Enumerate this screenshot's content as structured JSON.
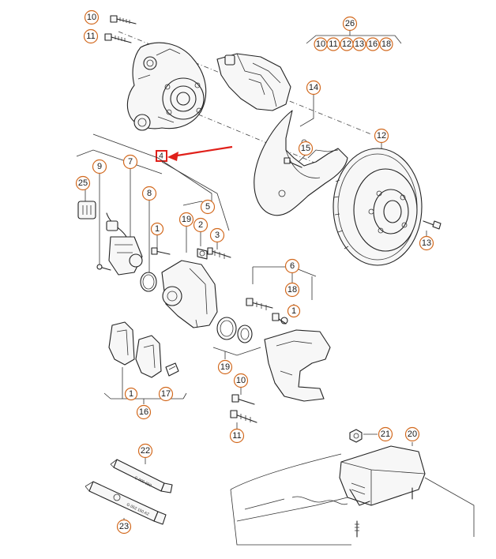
{
  "callouts": [
    {
      "id": "c10a",
      "label": "10"
    },
    {
      "id": "c11a",
      "label": "11"
    },
    {
      "id": "c26",
      "label": "26"
    },
    {
      "id": "c26-10",
      "label": "10"
    },
    {
      "id": "c26-11",
      "label": "11"
    },
    {
      "id": "c26-12",
      "label": "12"
    },
    {
      "id": "c26-13",
      "label": "13"
    },
    {
      "id": "c26-16",
      "label": "16"
    },
    {
      "id": "c26-18",
      "label": "18"
    },
    {
      "id": "c14",
      "label": "14"
    },
    {
      "id": "c15",
      "label": "15"
    },
    {
      "id": "c12",
      "label": "12"
    },
    {
      "id": "c4",
      "label": "4"
    },
    {
      "id": "c9",
      "label": "9"
    },
    {
      "id": "c7",
      "label": "7"
    },
    {
      "id": "c8",
      "label": "8"
    },
    {
      "id": "c25",
      "label": "25"
    },
    {
      "id": "c5",
      "label": "5"
    },
    {
      "id": "c19a",
      "label": "19"
    },
    {
      "id": "c2",
      "label": "2"
    },
    {
      "id": "c3",
      "label": "3"
    },
    {
      "id": "c1a",
      "label": "1"
    },
    {
      "id": "c13",
      "label": "13"
    },
    {
      "id": "c6",
      "label": "6"
    },
    {
      "id": "c18",
      "label": "18"
    },
    {
      "id": "c1b",
      "label": "1"
    },
    {
      "id": "c19b",
      "label": "19"
    },
    {
      "id": "c10b",
      "label": "10"
    },
    {
      "id": "c11b",
      "label": "11"
    },
    {
      "id": "c1c",
      "label": "1"
    },
    {
      "id": "c17",
      "label": "17"
    },
    {
      "id": "c16",
      "label": "16"
    },
    {
      "id": "c21",
      "label": "21"
    },
    {
      "id": "c20",
      "label": "20"
    },
    {
      "id": "c22",
      "label": "22"
    },
    {
      "id": "c23",
      "label": "23"
    }
  ],
  "tube_labels": {
    "tube_22": "G 000 650",
    "tube_23": "G 052 150 A2"
  },
  "colors": {
    "callout_ring": "#d2691e",
    "highlight_box": "#e0201a",
    "arrow": "#e0201a",
    "line_art": "#222222"
  }
}
